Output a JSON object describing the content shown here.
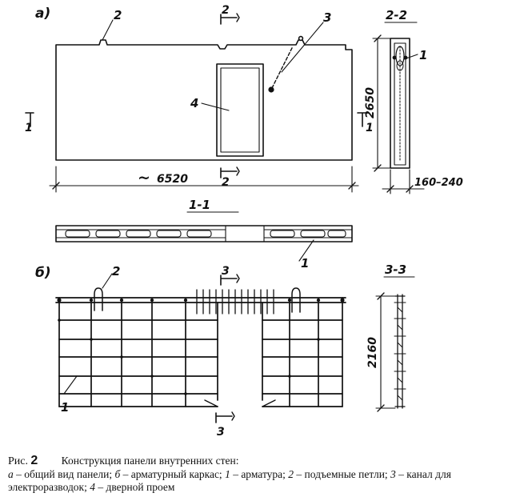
{
  "views": {
    "a": {
      "mark": "а)"
    },
    "b": {
      "mark": "б)"
    }
  },
  "sections": {
    "s11": "1-1",
    "s22": "2-2",
    "s33": "3-3"
  },
  "dimensions": {
    "length": "6520",
    "approx_sign": "~",
    "height_a": "2650",
    "thickness": "160–240",
    "height_b": "2160"
  },
  "callouts": {
    "c1": "1",
    "c2": "2",
    "c3": "3",
    "c4": "4"
  },
  "caption": {
    "fig_label": "Рис.",
    "fig_number": "2",
    "title": "Конструкция панели внутренних стен:",
    "legend": [
      {
        "key": "а",
        "text": "общий вид панели;"
      },
      {
        "key": "б",
        "text": "арматурный каркас;"
      },
      {
        "key": "1",
        "text": "арматура;"
      },
      {
        "key": "2",
        "text": "подъемные петли;"
      },
      {
        "key": "3",
        "text": "канал для электроразводок;"
      },
      {
        "key": "4",
        "text": "дверной проем"
      }
    ],
    "dash": "–"
  },
  "colors": {
    "ink": "#111111",
    "paper": "#ffffff"
  }
}
